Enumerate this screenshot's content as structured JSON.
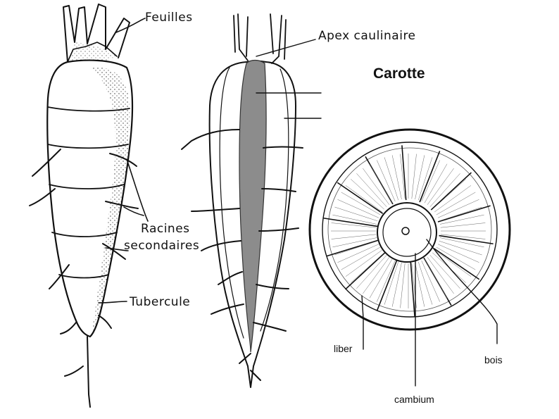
{
  "title": "Carotte",
  "labels": {
    "feuilles": "Feuilles",
    "apex": "Apex caulinaire",
    "racines_1": "Racines",
    "racines_2": "secondaires",
    "tubercule": "Tubercule",
    "liber": "liber",
    "bois": "bois",
    "cambium": "cambium"
  },
  "colors": {
    "ink": "#111111",
    "core": "#8c8c8c",
    "background": "#ffffff"
  }
}
